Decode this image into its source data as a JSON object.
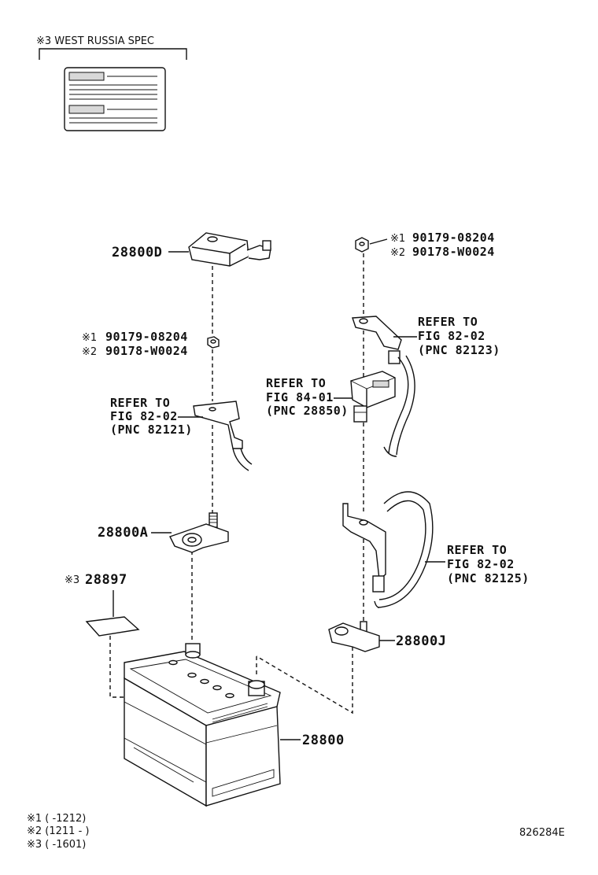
{
  "header": {
    "spec_note": "※3  WEST RUSSIA SPEC"
  },
  "parts": {
    "p28800d": "28800D",
    "p28800a": "28800A",
    "p28897": "28897",
    "p28897_mark": "※3",
    "p28800j": "28800J",
    "p28800": "28800"
  },
  "nut_left": {
    "line1_mark": "※1",
    "line1_pn": "90179-08204",
    "line2_mark": "※2",
    "line2_pn": "90178-W0024"
  },
  "nut_right": {
    "line1_mark": "※1",
    "line1_pn": "90179-08204",
    "line2_mark": "※2",
    "line2_pn": "90178-W0024"
  },
  "refs": {
    "ref_82121": [
      "REFER TO",
      "FIG 82-02",
      "(PNC 82121)"
    ],
    "ref_82123": [
      "REFER TO",
      "FIG 82-02",
      "(PNC 82123)"
    ],
    "ref_28850": [
      "REFER TO",
      "FIG 84-01",
      "(PNC 28850)"
    ],
    "ref_82125": [
      "REFER TO",
      "FIG 82-02",
      "(PNC 82125)"
    ]
  },
  "footnotes": {
    "n1": "※1 (     -1212)",
    "n2": "※2 (1211 -     )",
    "n3": "※3 (     -1601)"
  },
  "figure_id": "826284E"
}
